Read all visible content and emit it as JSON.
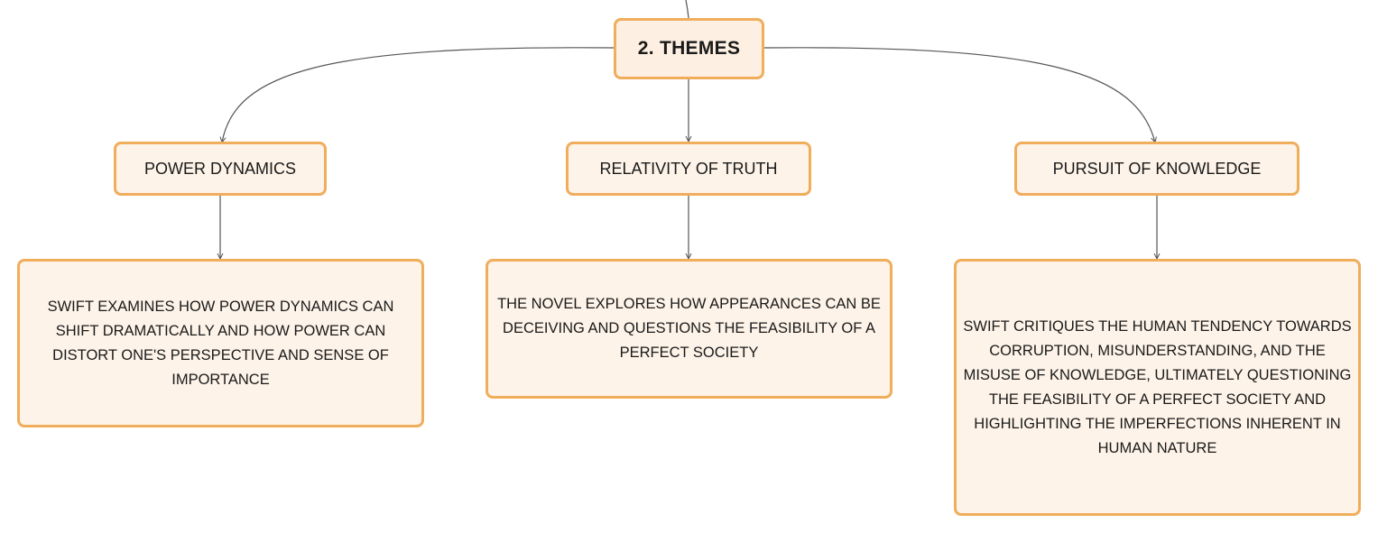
{
  "diagram": {
    "root": {
      "label": "2. THEMES"
    },
    "topics": [
      {
        "label": "POWER DYNAMICS",
        "detail": "SWIFT EXAMINES HOW POWER DYNAMICS CAN SHIFT DRAMATICALLY AND HOW POWER CAN DISTORT ONE'S PERSPECTIVE AND SENSE OF IMPORTANCE"
      },
      {
        "label": "RELATIVITY OF TRUTH",
        "detail": "THE NOVEL EXPLORES HOW APPEARANCES CAN BE DECEIVING AND QUESTIONS THE FEASIBILITY OF A PERFECT SOCIETY"
      },
      {
        "label": "PURSUIT OF KNOWLEDGE",
        "detail": "SWIFT CRITIQUES THE HUMAN TENDENCY TOWARDS CORRUPTION, MISUNDERSTANDING, AND THE MISUSE OF KNOWLEDGE, ULTIMATELY QUESTIONING THE FEASIBILITY OF A PERFECT SOCIETY AND HIGHLIGHTING THE IMPERFECTIONS INHERENT IN HUMAN NATURE"
      }
    ],
    "colors": {
      "node_border": "#f0ad5c",
      "node_fill": "#fdf3e8",
      "connector": "#555555"
    }
  }
}
